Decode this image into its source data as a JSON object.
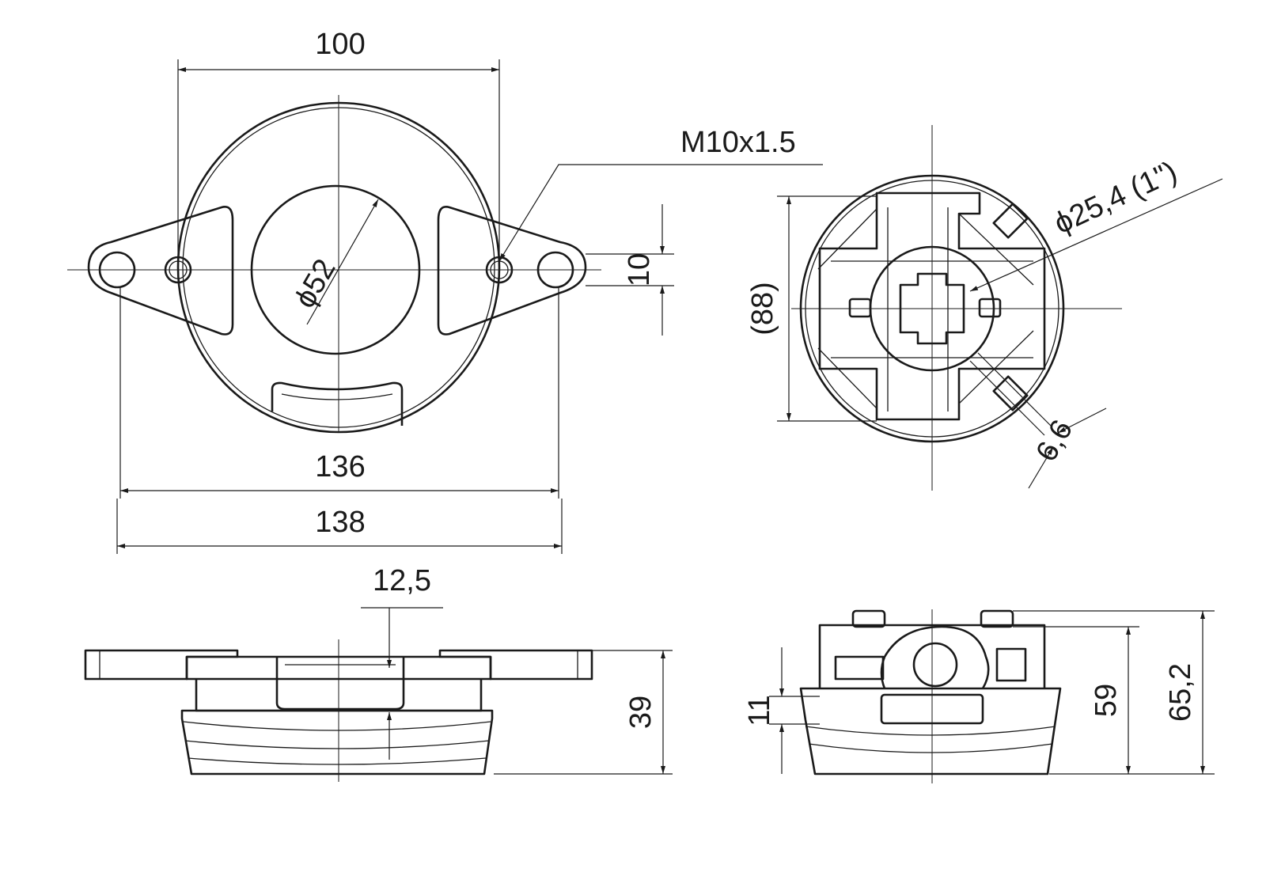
{
  "dimensions": {
    "top_width": "100",
    "thread": "M10x1.5",
    "bore_diameter": "ϕ52",
    "slot_height": "10",
    "inner_span": "136",
    "outer_span": "138",
    "height_reference": "(88)",
    "shaft_diameter": "ϕ25,4 (1\")",
    "wall_thickness": "6,6",
    "flange_thickness": "12,5",
    "body_height": "39",
    "offset_height": "11",
    "height_mid": "59",
    "height_total": "65,2"
  }
}
